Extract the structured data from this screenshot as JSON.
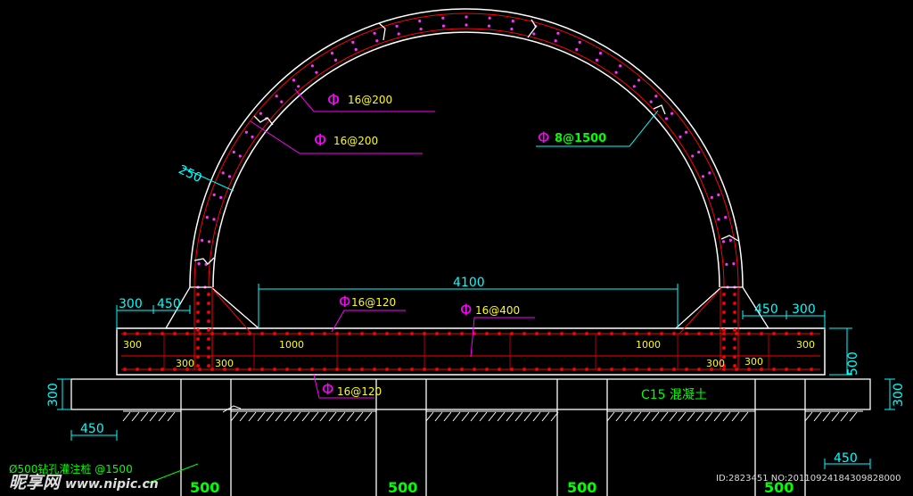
{
  "annotations": {
    "rebar_arch_1": "16@200",
    "rebar_arch_2": "16@200",
    "rebar_stirrup": "8@1500",
    "arch_thickness": "250",
    "span": "4100",
    "rebar_base_top": "16@120",
    "rebar_base_mid": "16@400",
    "rebar_base_bottom": "16@120",
    "dim_300_left": "300",
    "dim_450_left": "450",
    "dim_450_right": "450",
    "dim_300_right": "300",
    "base_300_a": "300",
    "base_300_b": "300",
    "base_300_c": "300",
    "base_300_d": "300",
    "base_300_e": "300",
    "base_300_f": "300",
    "base_1000_left": "1000",
    "base_1000_right": "1000",
    "base_height": "500",
    "cushion_left": "300",
    "cushion_right": "300",
    "foot_left": "450",
    "foot_right": "450",
    "concrete_label": "C15 混凝土",
    "pile_label": "Ø500钻孔灌注桩   @1500",
    "pile_dim_1": "500",
    "pile_dim_2": "500",
    "pile_dim_3": "500",
    "pile_dim_4": "500"
  },
  "watermark": {
    "brand": "昵享网",
    "url": "www.nipic.cn",
    "id_text": "ID:2823451 NO:20110924184309828000"
  },
  "colors": {
    "background": "#000000",
    "outline": "#ffffff",
    "rebar": "#ff0000",
    "rebar_dot": "#ff33ff",
    "dimension": "#00ffff",
    "leader": "#ff00ff",
    "text_yellow": "#ffff00",
    "text_green": "#00ff00"
  }
}
